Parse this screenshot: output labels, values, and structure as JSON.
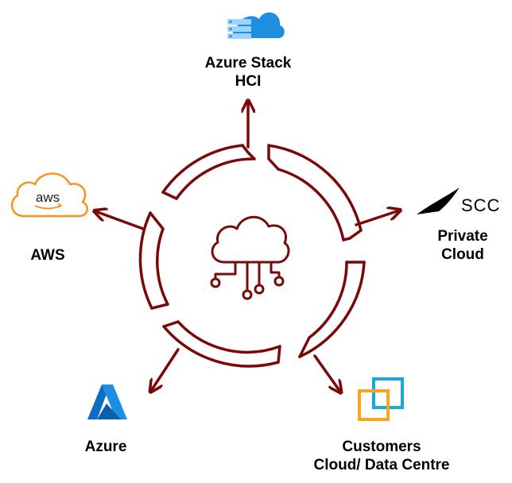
{
  "center": {
    "icon": "cloud-network-icon"
  },
  "nodes": {
    "azure_stack_hci": {
      "icon": "azure-stack-hci-icon",
      "label_lines": [
        "Azure Stack",
        "HCI"
      ]
    },
    "aws": {
      "icon": "aws-icon",
      "logo_text": "aws",
      "label_lines": [
        "AWS"
      ]
    },
    "private_cloud": {
      "icon": "scc-logo-icon",
      "logo_text": "SCC",
      "label_lines": [
        "Private",
        "Cloud"
      ]
    },
    "azure": {
      "icon": "azure-icon",
      "label_lines": [
        "Azure"
      ]
    },
    "customers": {
      "icon": "customer-cloud-icon",
      "label_lines": [
        "Customers",
        "Cloud/ Data Centre"
      ]
    }
  },
  "colors": {
    "ring": "#7a0a0a",
    "aws_orange": "#f7941d",
    "azure_blue": "#0a6fc2",
    "cloud_blue": "#1d8ee0",
    "cust_orange": "#f5a623",
    "cust_cyan": "#1aa9d6",
    "text": "#000000"
  }
}
